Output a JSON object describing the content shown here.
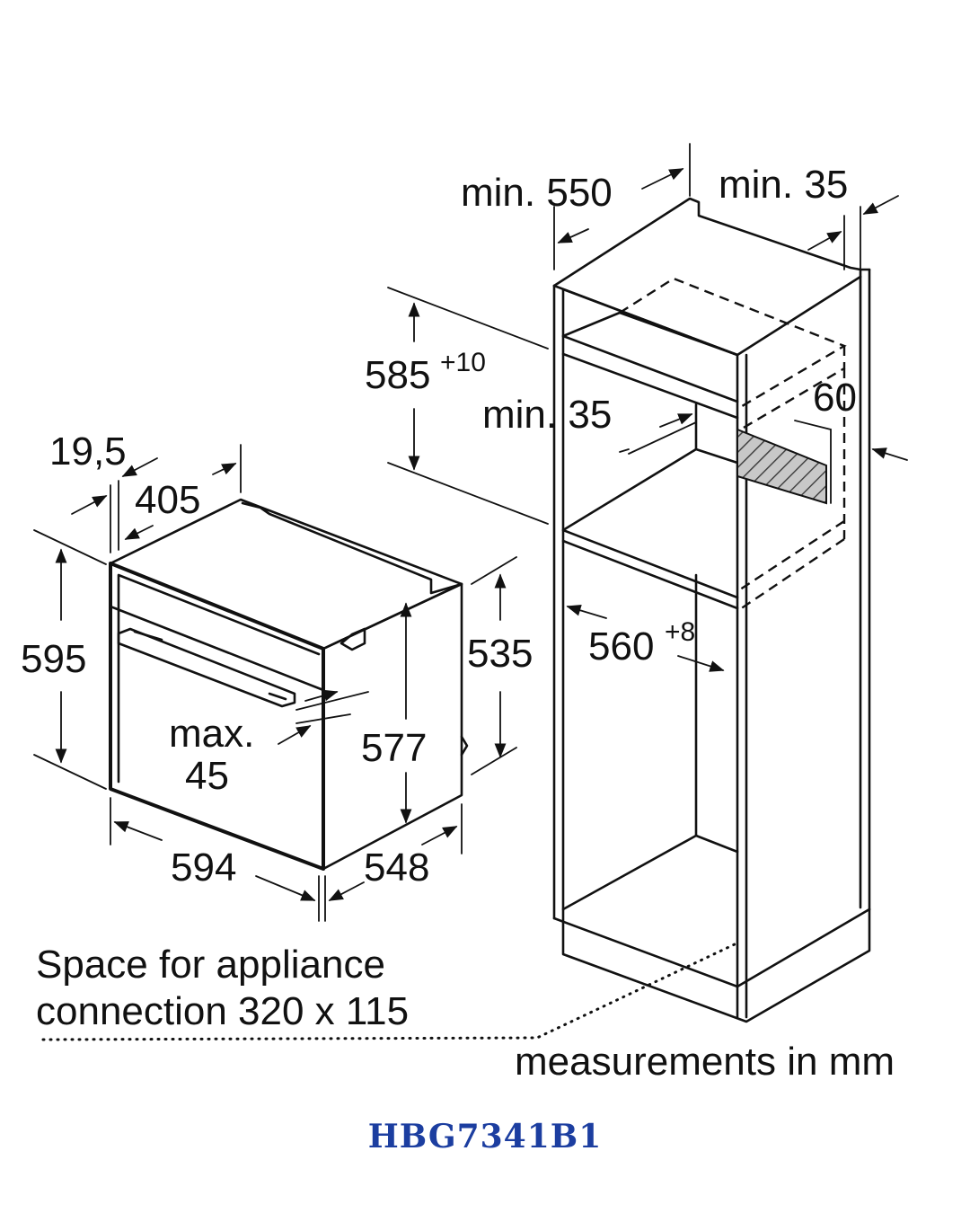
{
  "dimensions": {
    "cabinet_depth_min": "min. 550",
    "cabinet_side_gap_min": "min. 35",
    "niche_height": "585",
    "niche_height_tol": "+10",
    "shelf_gap_min": "min. 35",
    "vent_height": "60",
    "niche_width": "560",
    "niche_width_tol": "+8",
    "oven_front_offset": "19,5",
    "oven_top_depth": "405",
    "oven_height": "595",
    "oven_body_height": "535",
    "oven_inner_height": "577",
    "oven_width": "594",
    "oven_depth": "548",
    "door_gap_max_label": "max.",
    "door_gap_max_value": "45"
  },
  "notes": {
    "connection_line1": "Space for appliance",
    "connection_line2": "connection 320 x 115",
    "units": "measurements in mm"
  },
  "model": "HBG7341B1",
  "colors": {
    "line": "#111111",
    "model_text": "#1c3ea0",
    "background": "#ffffff"
  }
}
